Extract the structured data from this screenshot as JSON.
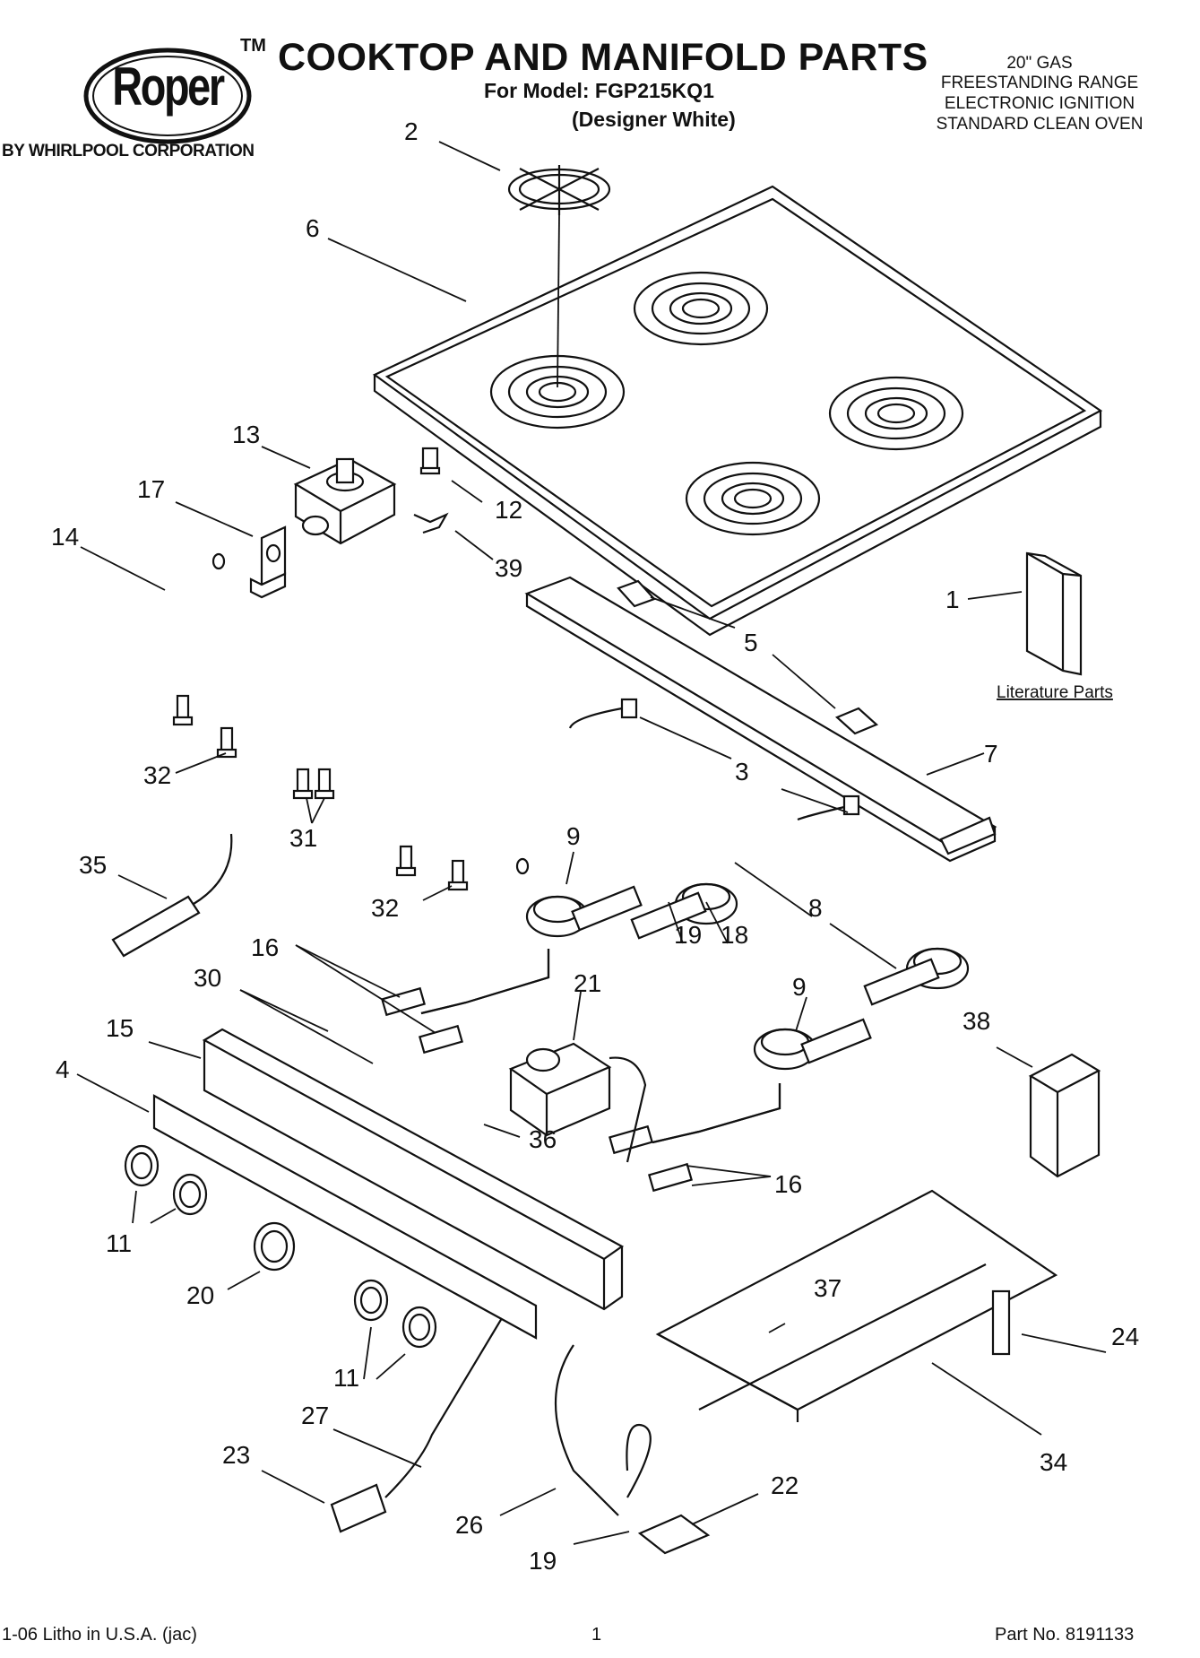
{
  "brand": {
    "logo_text": "Roper",
    "trademark": "TM",
    "byline": "BY WHIRLPOOL CORPORATION"
  },
  "header": {
    "title": "COOKTOP AND MANIFOLD PARTS",
    "model_line": "For Model: FGP215KQ1",
    "finish": "(Designer White)",
    "spec_lines": [
      "20\" GAS",
      "FREESTANDING RANGE",
      "ELECTRONIC IGNITION",
      "STANDARD CLEAN OVEN"
    ]
  },
  "callouts": [
    {
      "id": "c2",
      "text": "2"
    },
    {
      "id": "c6",
      "text": "6"
    },
    {
      "id": "c13",
      "text": "13"
    },
    {
      "id": "c17",
      "text": "17"
    },
    {
      "id": "c12",
      "text": "12"
    },
    {
      "id": "c14",
      "text": "14"
    },
    {
      "id": "c39",
      "text": "39"
    },
    {
      "id": "c1",
      "text": "1"
    },
    {
      "id": "c5",
      "text": "5"
    },
    {
      "id": "c7",
      "text": "7"
    },
    {
      "id": "c3",
      "text": "3"
    },
    {
      "id": "c32a",
      "text": "32"
    },
    {
      "id": "c31",
      "text": "31"
    },
    {
      "id": "c35",
      "text": "35"
    },
    {
      "id": "c32b",
      "text": "32"
    },
    {
      "id": "c9a",
      "text": "9"
    },
    {
      "id": "c8",
      "text": "8"
    },
    {
      "id": "c16a",
      "text": "16"
    },
    {
      "id": "c19a",
      "text": "19"
    },
    {
      "id": "c18",
      "text": "18"
    },
    {
      "id": "c30",
      "text": "30"
    },
    {
      "id": "c21",
      "text": "21"
    },
    {
      "id": "c9b",
      "text": "9"
    },
    {
      "id": "c15",
      "text": "15"
    },
    {
      "id": "c38",
      "text": "38"
    },
    {
      "id": "c4",
      "text": "4"
    },
    {
      "id": "c36",
      "text": "36"
    },
    {
      "id": "c16b",
      "text": "16"
    },
    {
      "id": "c11a",
      "text": "11"
    },
    {
      "id": "c20",
      "text": "20"
    },
    {
      "id": "c37",
      "text": "37"
    },
    {
      "id": "c24",
      "text": "24"
    },
    {
      "id": "c11b",
      "text": "11"
    },
    {
      "id": "c27",
      "text": "27"
    },
    {
      "id": "c23",
      "text": "23"
    },
    {
      "id": "c26",
      "text": "26"
    },
    {
      "id": "c22",
      "text": "22"
    },
    {
      "id": "c34",
      "text": "34"
    },
    {
      "id": "c19b",
      "text": "19"
    }
  ],
  "literature_label": "Literature Parts",
  "footer": {
    "left": "1-06 Litho in U.S.A. (jac)",
    "page": "1",
    "part_no": "Part No. 8191133"
  }
}
